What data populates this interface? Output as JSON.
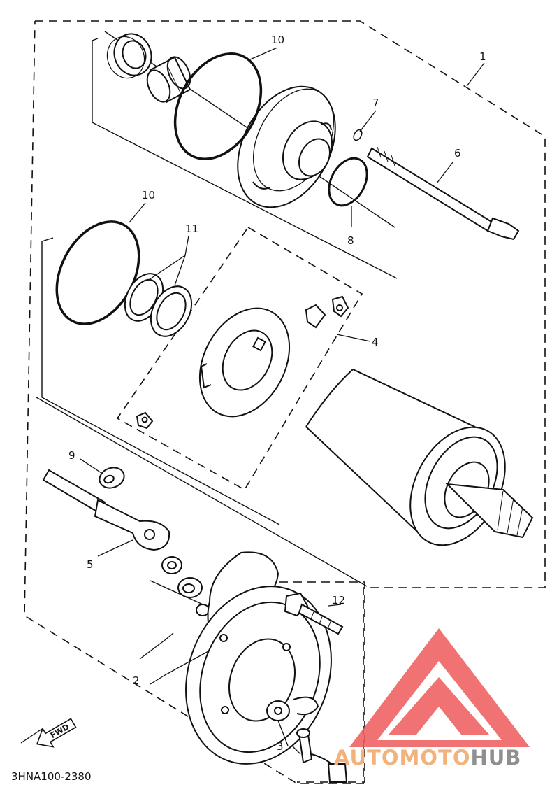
{
  "diagram": {
    "callouts": [
      "1",
      "2",
      "3",
      "4",
      "5",
      "6",
      "7",
      "8",
      "9",
      "10",
      "10",
      "11",
      "12"
    ],
    "diagram_code": "3HNA100-2380",
    "fwd_label": "FWD"
  },
  "watermark": {
    "brand_part1": "AUTOMOTO",
    "brand_part2": "HUB",
    "color_part1": "#f3b27c",
    "color_part2": "#8f8f8f",
    "logo_color": "#ee5a5a"
  },
  "colors": {
    "ink": "#111111",
    "paper": "#ffffff"
  }
}
